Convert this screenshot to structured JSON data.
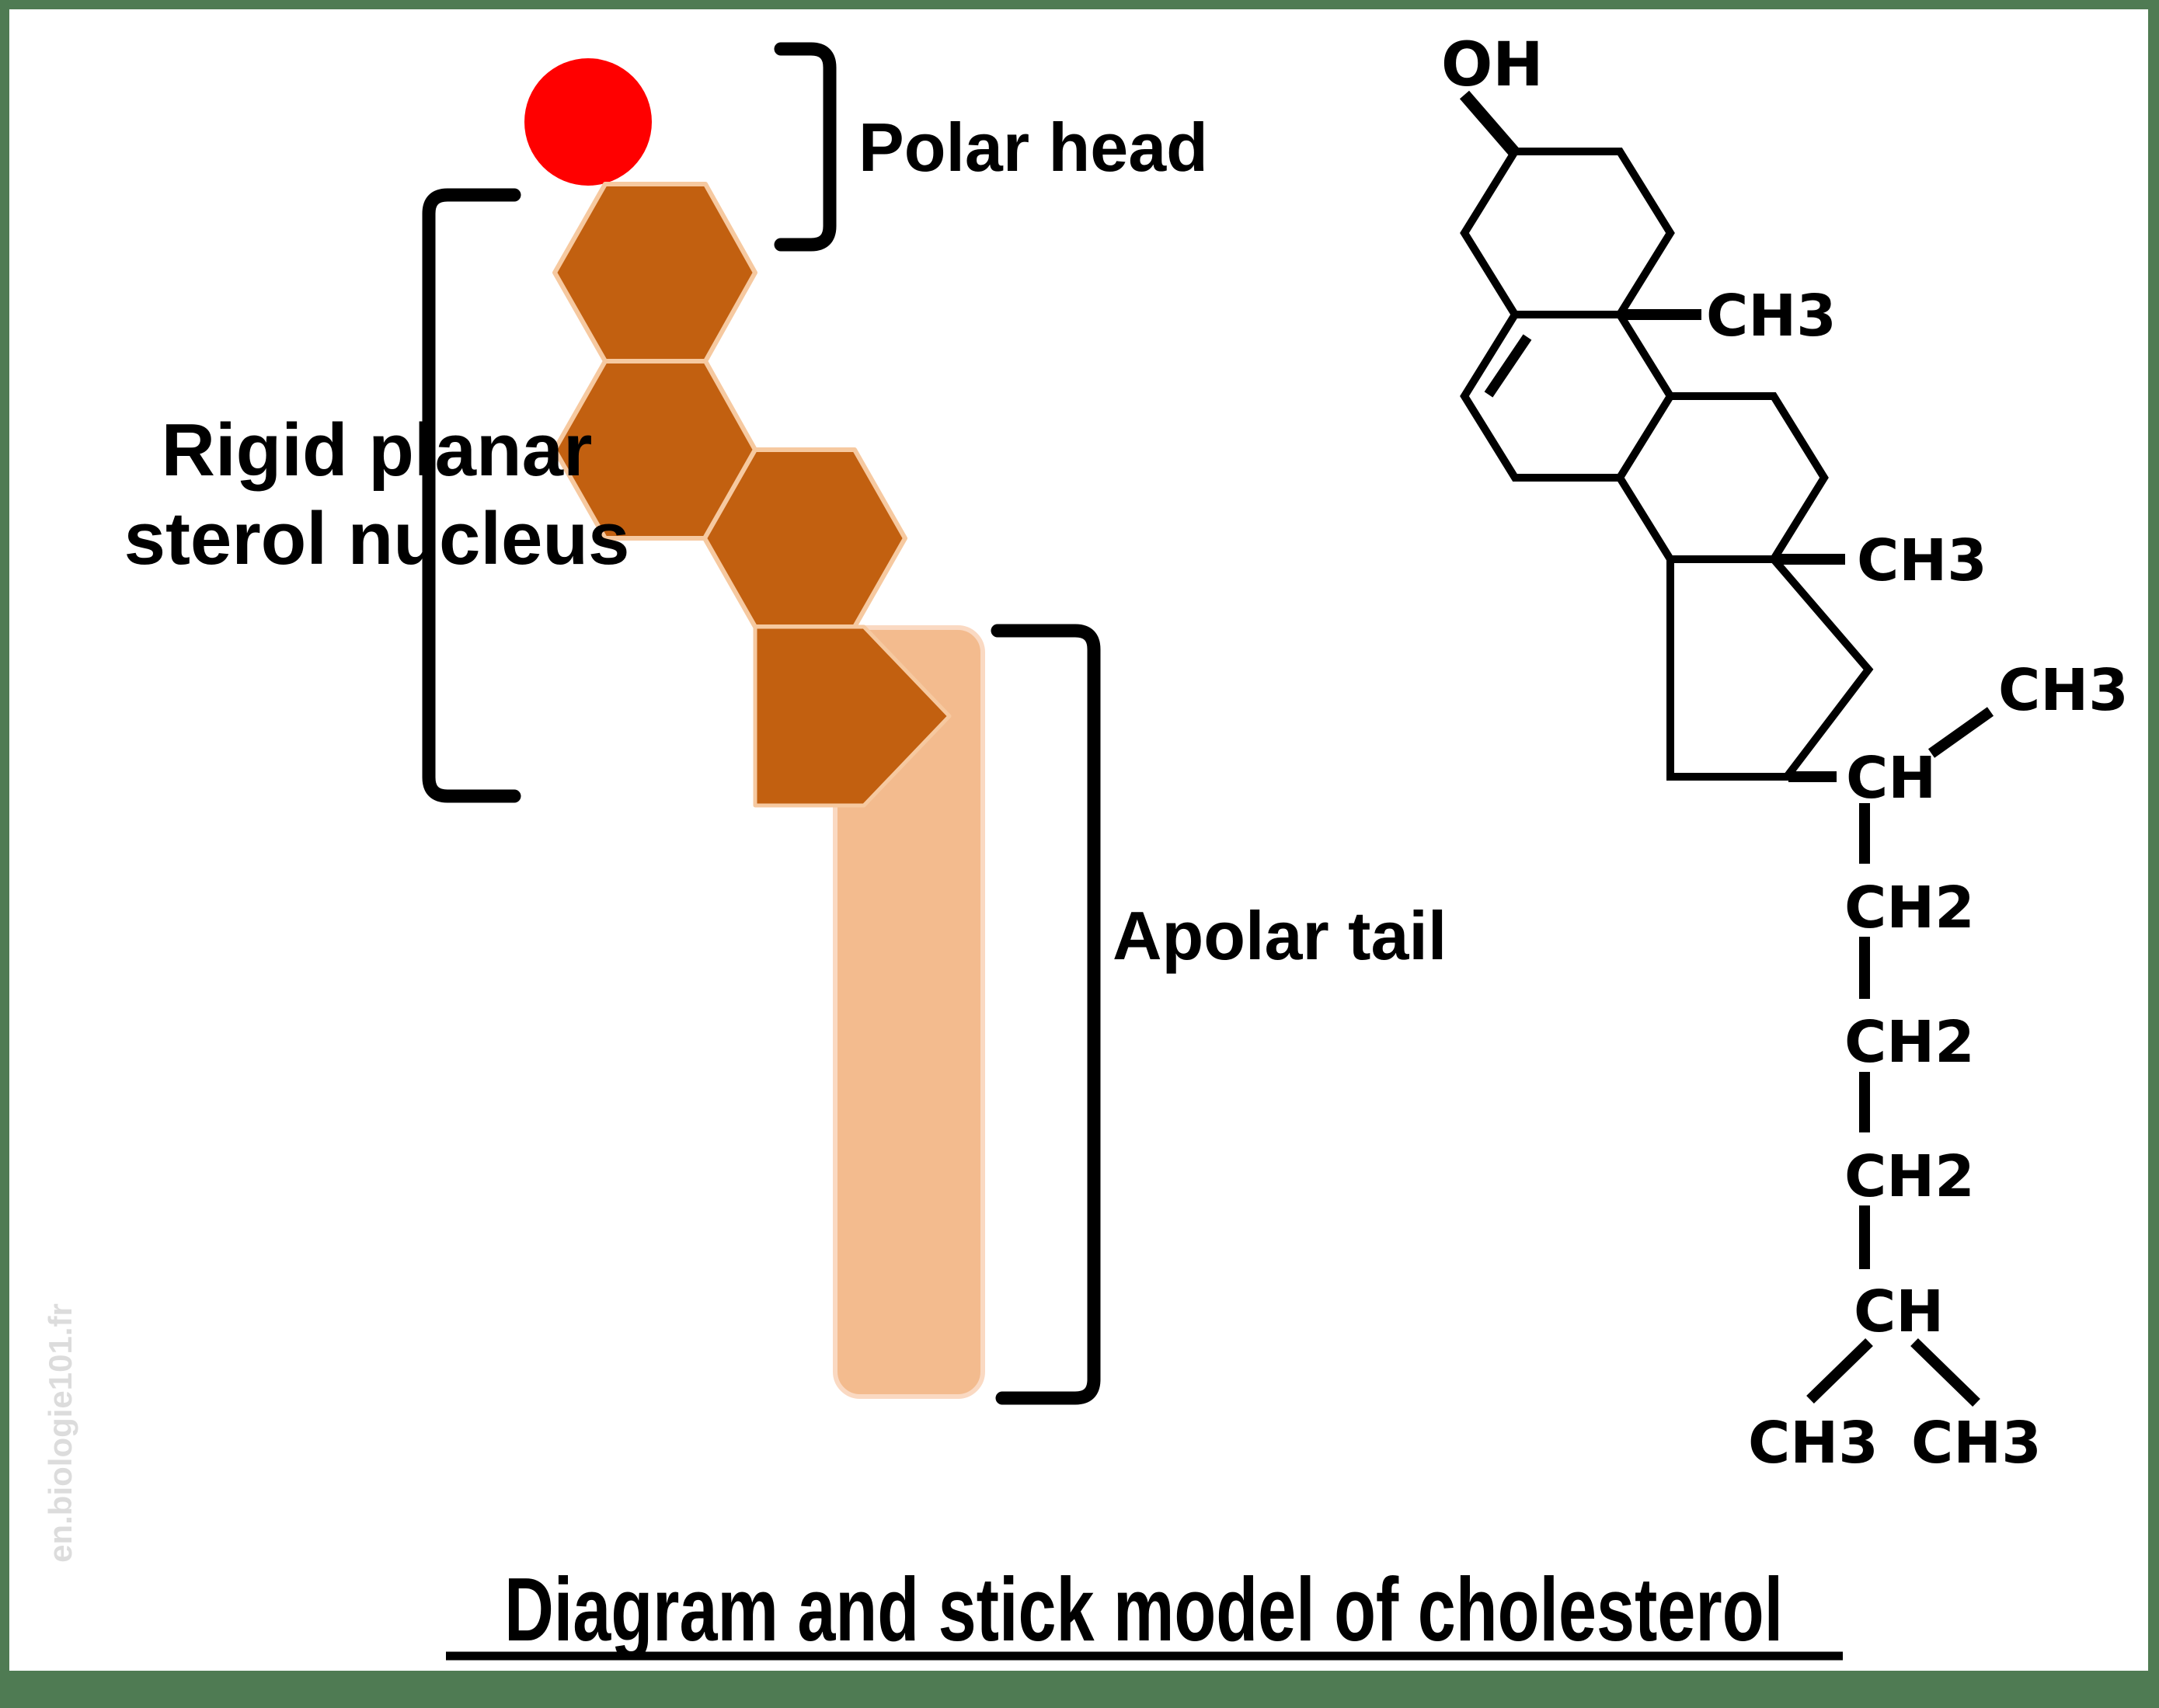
{
  "title": {
    "text": "Diagram and stick model of cholesterol"
  },
  "watermark": {
    "text": "en.biologie101.fr",
    "color": "#dcdcdc"
  },
  "frame": {
    "color": "#4f7b53",
    "canvas_color": "#ffffff"
  },
  "schematic": {
    "labels": {
      "polar_head": "Polar head",
      "rigid_planar_line1": "Rigid planar",
      "rigid_planar_line2": "sterol nucleus",
      "apolar_tail": "Apolar tail"
    },
    "colors": {
      "polar_head": "#ff0000",
      "nucleus_fill": "#c26010",
      "nucleus_stroke": "#f6c9a0",
      "tail_fill": "#f3bb8e",
      "tail_stroke": "#fad9c2",
      "bracket": "#000000"
    }
  },
  "stick_model": {
    "labels": {
      "hydroxyl": "OH",
      "methyl": "CH3",
      "methylene": "CH2",
      "methine": "CH"
    },
    "color": "#000000"
  }
}
